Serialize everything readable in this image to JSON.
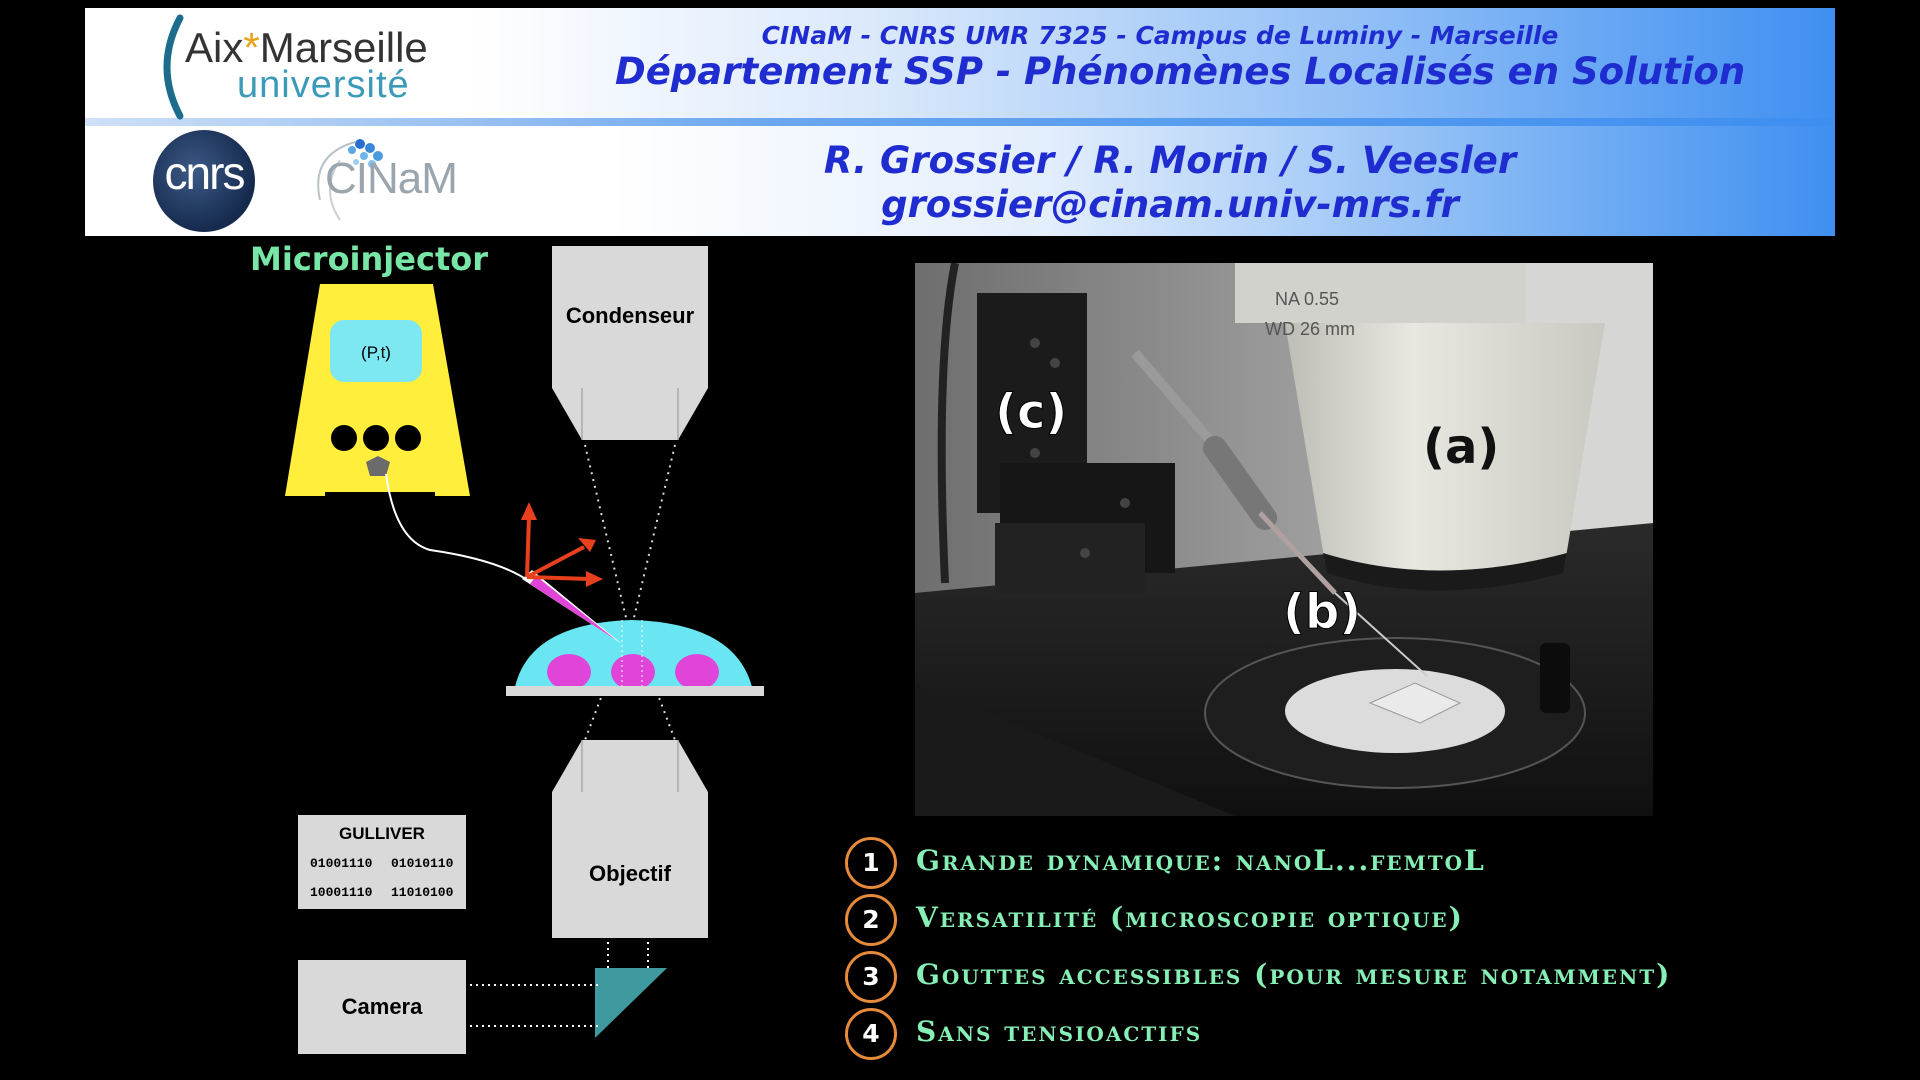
{
  "header": {
    "line1": "CINaM - CNRS UMR 7325 - Campus de Luminy - Marseille",
    "line2": "Département SSP - Phénomènes Localisés en Solution",
    "authors": "R. Grossier / R. Morin / S. Veesler",
    "email": "grossier@cinam.univ-mrs.fr"
  },
  "logos": {
    "amu_line1_a": "Aix",
    "amu_star": "*",
    "amu_line1_b": "Marseille",
    "amu_line2": "université",
    "cnrs": "cnrs",
    "cinam": "CINaM"
  },
  "diagram": {
    "microinjector_title": "Microinjector",
    "pt_label": "(P,t)",
    "condenseur": "Condenseur",
    "objectif": "Objectif",
    "gulliver": "GULLIVER",
    "bits": [
      "01001110",
      "01010110",
      "10001110",
      "11010100"
    ],
    "camera": "Camera",
    "colors": {
      "microinjector_body": "#ffee3c",
      "display": "#7ee8f2",
      "drop": "#6ae6f2",
      "droplet": "#e044d8",
      "arrows": "#e8401c",
      "box": "#d9d9d9",
      "prism": "#3f9aa0"
    }
  },
  "photo": {
    "label_a": "(a)",
    "label_b": "(b)",
    "label_c": "(c)",
    "lens_text1": "NA 0.55",
    "lens_text2": "WD 26 mm"
  },
  "list": [
    {
      "num": "1",
      "text": "Grande dynamique: nanoL...femtoL"
    },
    {
      "num": "2",
      "text": "Versatilité (microscopie optique)"
    },
    {
      "num": "3",
      "text": "Gouttes accessibles (pour mesure notamment)"
    },
    {
      "num": "4",
      "text": "Sans tensioactifs"
    }
  ],
  "accent_colors": {
    "header_text": "#1f2ccf",
    "list_text": "#86efb6",
    "list_circle": "#e58a3a"
  }
}
